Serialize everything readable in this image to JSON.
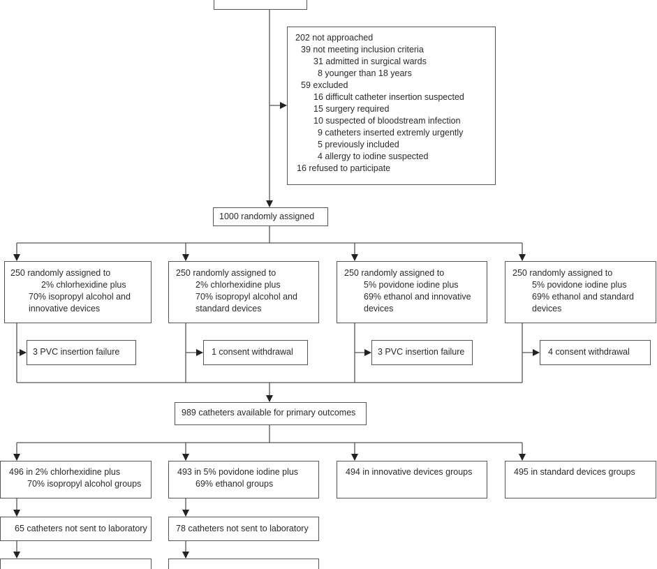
{
  "screening": {
    "lines": [
      {
        "text": "202 not approached",
        "level": 0
      },
      {
        "text": "39 not meeting inclusion criteria",
        "level": 1
      },
      {
        "text": "31 admitted in surgical wards",
        "level": 2
      },
      {
        "text": "8 younger than 18 years",
        "level": 3
      },
      {
        "text": "59 excluded",
        "level": 1
      },
      {
        "text": "16 difficult catheter insertion suspected",
        "level": 2
      },
      {
        "text": "15 surgery required",
        "level": 2
      },
      {
        "text": "10 suspected of bloodstream infection",
        "level": 2
      },
      {
        "text": "9 catheters inserted extremly urgently",
        "level": 3
      },
      {
        "text": "5 previously included",
        "level": 3
      },
      {
        "text": "4 allergy to iodine suspected",
        "level": 3
      },
      {
        "text": "16 refused to participate",
        "level": 0
      }
    ]
  },
  "randomised": "1000 randomly assigned",
  "arms": [
    {
      "l1": "250 randomly assigned to",
      "l2": "2% chlorhexidine plus",
      "l3": "70% isopropyl alcohol and",
      "l4": "innovative devices",
      "exclusion": "3 PVC insertion failure"
    },
    {
      "l1": "250 randomly assigned to",
      "l2": "2% chlorhexidine plus",
      "l3": "70% isopropyl alcohol and",
      "l4": "standard devices",
      "exclusion": "1 consent withdrawal"
    },
    {
      "l1": "250 randomly assigned to",
      "l2": "5% povidone iodine plus",
      "l3": "69% ethanol and innovative",
      "l4": "devices",
      "exclusion": "3 PVC insertion failure"
    },
    {
      "l1": "250 randomly assigned to",
      "l2": "5% povidone iodine plus",
      "l3": "69% ethanol and standard",
      "l4": "devices",
      "exclusion": "4 consent withdrawal"
    }
  ],
  "available": "989 catheters available for primary outcomes",
  "groups": [
    {
      "l1": "496 in 2% chlorhexidine plus",
      "l2": "70% isopropyl alcohol groups",
      "not_sent": "65 catheters not sent to laboratory"
    },
    {
      "l1": "493 in 5% povidone iodine plus",
      "l2": "69% ethanol groups",
      "not_sent": "78 catheters not sent to laboratory"
    },
    {
      "l1": "494 in innovative devices groups",
      "l2": ""
    },
    {
      "l1": "495 in standard devices groups",
      "l2": ""
    }
  ]
}
